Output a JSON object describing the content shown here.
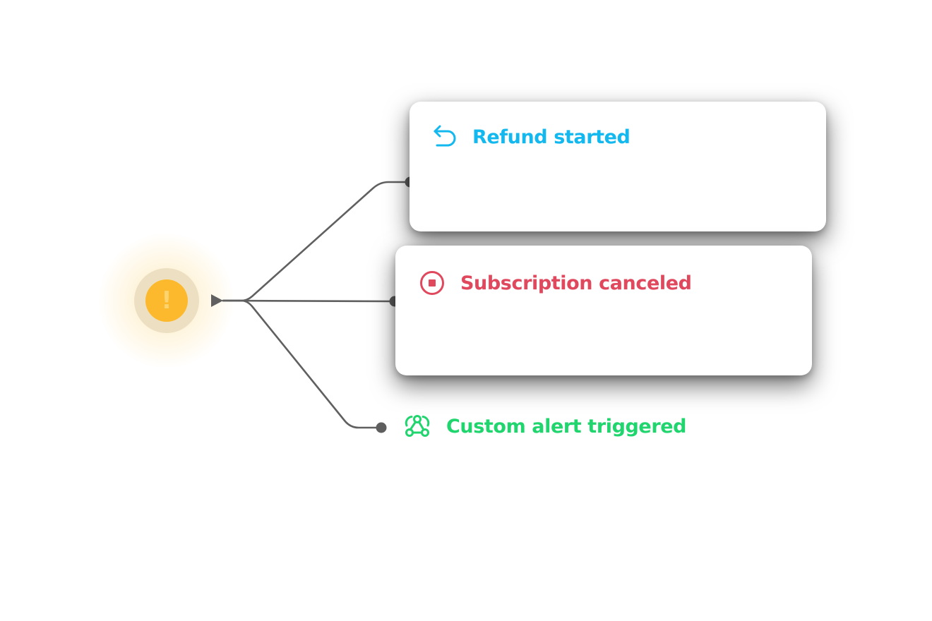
{
  "trigger": {
    "icon": "alert-icon",
    "glyph": "!",
    "color": "#fdb92d"
  },
  "events": [
    {
      "label": "Refund started",
      "icon": "undo-arrow-icon",
      "color": "#12b8ee"
    },
    {
      "label": "Subscription canceled",
      "icon": "stop-circle-icon",
      "color": "#e0485d"
    },
    {
      "label": "Custom alert triggered",
      "icon": "webhook-icon",
      "color": "#21d56e"
    }
  ],
  "connector_color": "#606060"
}
